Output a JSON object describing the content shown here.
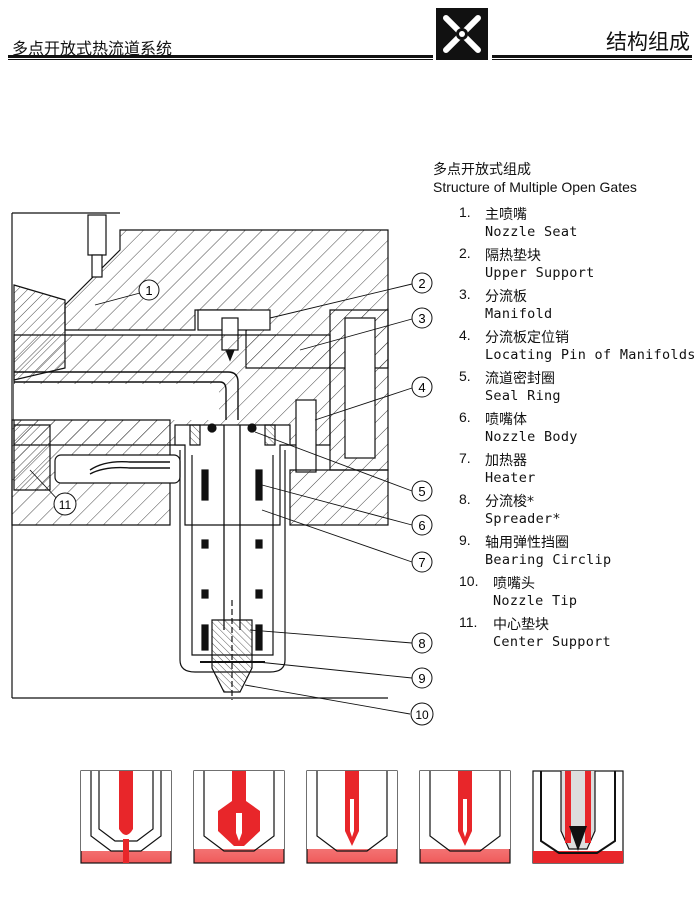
{
  "header": {
    "left_title": "多点开放式热流道系统",
    "right_title": "结构组成"
  },
  "legend": {
    "title_cn": "多点开放式组成",
    "title_en": "Structure of Multiple Open Gates",
    "items": [
      {
        "num": "1.",
        "cn": "主喷嘴",
        "en": "Nozzle Seat"
      },
      {
        "num": "2.",
        "cn": "隔热垫块",
        "en": "Upper Support"
      },
      {
        "num": "3.",
        "cn": "分流板",
        "en": "Manifold"
      },
      {
        "num": "4.",
        "cn": "分流板定位销",
        "en": "Locating Pin of Manifolds"
      },
      {
        "num": "5.",
        "cn": "流道密封圈",
        "en": "Seal Ring"
      },
      {
        "num": "6.",
        "cn": "喷嘴体",
        "en": "Nozzle Body"
      },
      {
        "num": "7.",
        "cn": "加热器",
        "en": "Heater"
      },
      {
        "num": "8.",
        "cn": "分流梭*",
        "en": "Spreader*"
      },
      {
        "num": "9.",
        "cn": "轴用弹性挡圈",
        "en": "Bearing Circlip"
      },
      {
        "num": "10.",
        "cn": "喷嘴头",
        "en": "Nozzle Tip"
      },
      {
        "num": "11.",
        "cn": "中心垫块",
        "en": "Center Support"
      }
    ]
  },
  "callouts": [
    "1",
    "2",
    "3",
    "4",
    "5",
    "6",
    "7",
    "8",
    "9",
    "10",
    "11"
  ],
  "colors": {
    "melt_red": "#e8262a",
    "line": "#111111"
  }
}
